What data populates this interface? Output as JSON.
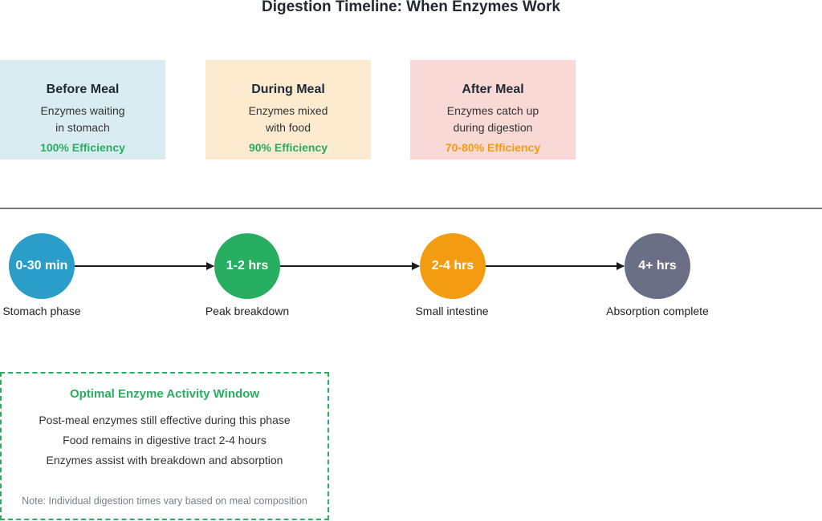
{
  "title": "Digestion Timeline: When Enzymes Work",
  "phases": [
    {
      "title": "Before Meal",
      "line1": "Enzymes waiting",
      "line2": "in stomach",
      "efficiency": "100% Efficiency",
      "bg_color": "#d9ecf2",
      "eff_color": "#27ae60"
    },
    {
      "title": "During Meal",
      "line1": "Enzymes mixed",
      "line2": "with food",
      "efficiency": "90% Efficiency",
      "bg_color": "#fdebd0",
      "eff_color": "#27ae60"
    },
    {
      "title": "After Meal",
      "line1": "Enzymes catch up",
      "line2": "during digestion",
      "efficiency": "70-80% Efficiency",
      "bg_color": "#f9d9d6",
      "eff_color": "#f39c12"
    }
  ],
  "timeline": [
    {
      "time": "0-30 min",
      "caption": "Stomach phase",
      "color": "#2a9dc8"
    },
    {
      "time": "1-2 hrs",
      "caption": "Peak breakdown",
      "color": "#27ae60"
    },
    {
      "time": "2-4 hrs",
      "caption": "Small intestine",
      "color": "#f39c12"
    },
    {
      "time": "4+ hrs",
      "caption": "Absorption complete",
      "color": "#6b6f86"
    }
  ],
  "window": {
    "title": "Optimal Enzyme Activity Window",
    "lines": [
      "Post-meal enzymes still effective during this phase",
      "Food remains in digestive tract 2-4 hours",
      "Enzymes assist with breakdown and absorption"
    ],
    "note": "Note: Individual digestion times vary based on meal composition"
  }
}
